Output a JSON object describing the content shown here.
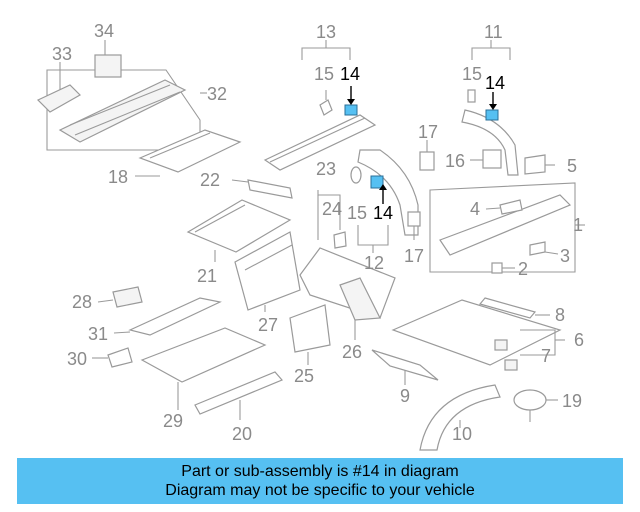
{
  "highlight_color": "#56c0f2",
  "banner": {
    "line1": "Part or sub-assembly is #14 in diagram",
    "line2": "Diagram may not be specific to your vehicle"
  },
  "callouts": {
    "n1": "1",
    "n2": "2",
    "n3": "3",
    "n4": "4",
    "n5": "5",
    "n6": "6",
    "n7": "7",
    "n8": "8",
    "n9": "9",
    "n10": "10",
    "n11": "11",
    "n12": "12",
    "n13": "13",
    "n14a": "14",
    "n14b": "14",
    "n14c": "14",
    "n15a": "15",
    "n15b": "15",
    "n15c": "15",
    "n16": "16",
    "n17a": "17",
    "n17b": "17",
    "n18": "18",
    "n19": "19",
    "n20": "20",
    "n21": "21",
    "n22": "22",
    "n23": "23",
    "n24": "24",
    "n25": "25",
    "n26": "26",
    "n27": "27",
    "n28": "28",
    "n29": "29",
    "n30": "30",
    "n31": "31",
    "n32": "32",
    "n33": "33",
    "n34": "34"
  }
}
